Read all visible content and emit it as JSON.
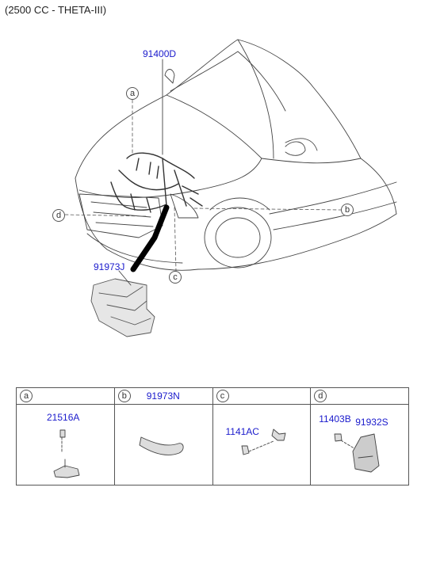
{
  "title": "(2500 CC - THETA-III)",
  "callouts": {
    "a": "a",
    "b": "b",
    "c": "c",
    "d": "d"
  },
  "main_parts": {
    "harness": "91400D",
    "cover": "91973J"
  },
  "table": {
    "columns": [
      {
        "letter": "a",
        "head_part": "",
        "parts": [
          "21516A"
        ]
      },
      {
        "letter": "b",
        "head_part": "91973N",
        "parts": []
      },
      {
        "letter": "c",
        "head_part": "",
        "parts": [
          "1141AC"
        ]
      },
      {
        "letter": "d",
        "head_part": "",
        "parts": [
          "11403B",
          "91932S"
        ]
      }
    ]
  }
}
